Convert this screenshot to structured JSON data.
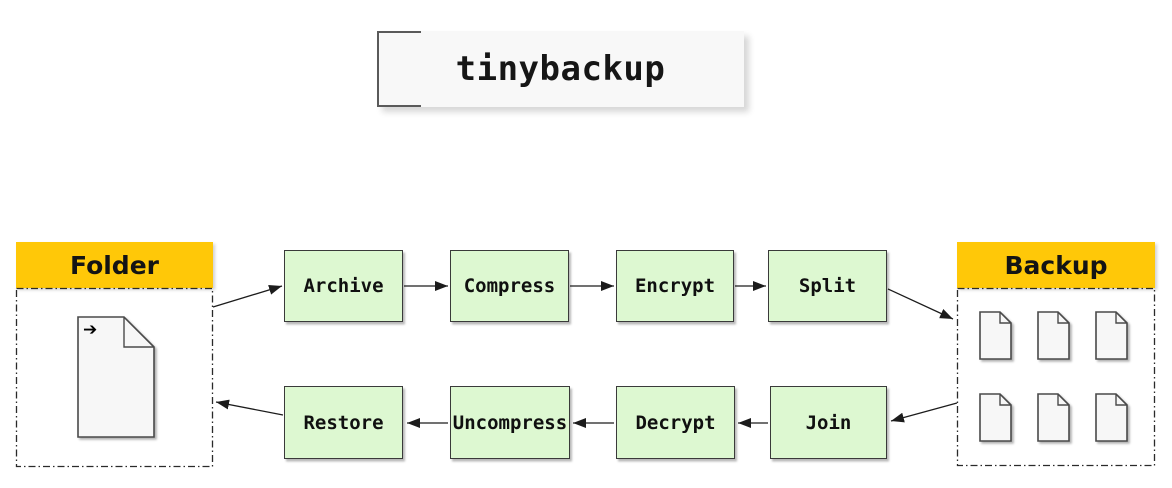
{
  "title": {
    "text": "tinybackup"
  },
  "groups": {
    "folder": {
      "label": "Folder",
      "file_count": 1
    },
    "backup": {
      "label": "Backup",
      "file_count": 6
    }
  },
  "steps": {
    "forward": [
      "Archive",
      "Compress",
      "Encrypt",
      "Split"
    ],
    "reverse": [
      "Restore",
      "Uncompress",
      "Decrypt",
      "Join"
    ]
  },
  "edges": {
    "forward": [
      "Folder→Archive",
      "Archive→Compress",
      "Compress→Encrypt",
      "Encrypt→Split",
      "Split→Backup"
    ],
    "reverse": [
      "Backup→Join",
      "Join→Decrypt",
      "Decrypt→Uncompress",
      "Uncompress→Restore",
      "Restore→Folder"
    ]
  },
  "icons": {
    "document": "document-icon",
    "document_arrow_glyph": "➔"
  },
  "colors": {
    "group_header_bg": "#ffc808",
    "group_header_text": "#141414",
    "process_box_bg": "#ddf8d1",
    "process_box_border": "#3a3a3a",
    "title_box_bg": "#f8f8f8",
    "title_text": "#161616",
    "title_bracket": "#5a5a5a",
    "document_fill": "#f7f7f7",
    "document_border": "#4a4a4a",
    "arrow_color": "#1c1c1c",
    "dashed_border": "#2a2a2a",
    "canvas_bg": "#ffffff"
  }
}
